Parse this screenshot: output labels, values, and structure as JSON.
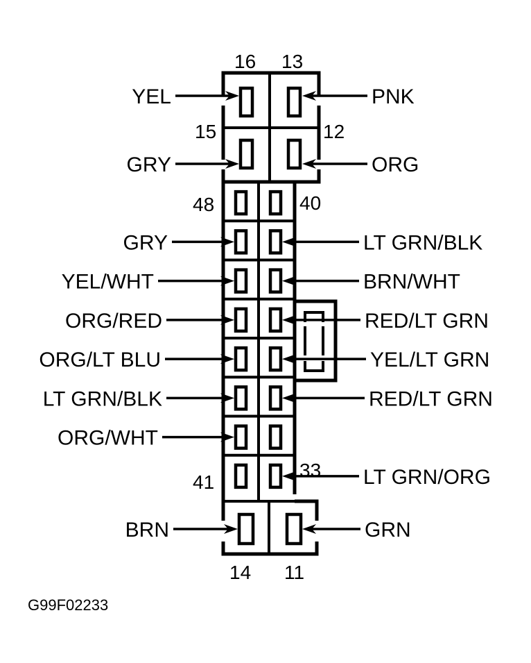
{
  "diagram": {
    "figure_code": "G99F02233",
    "type": "connector pinout"
  },
  "top_block": {
    "pin_numbers": {
      "top_left": "16",
      "top_right": "13",
      "mid_left": "15",
      "mid_right": "12"
    },
    "left_wires": [
      "YEL",
      "GRY"
    ],
    "right_wires": [
      "PNK",
      "ORG"
    ]
  },
  "middle_block": {
    "pin_numbers": {
      "top_left": "48",
      "top_right": "40",
      "bottom_left": "41",
      "bottom_right": "33"
    },
    "left_wires": [
      "",
      "GRY",
      "YEL/WHT",
      "ORG/RED",
      "ORG/LT BLU",
      "LT GRN/BLK",
      "ORG/WHT",
      ""
    ],
    "right_wires": [
      "",
      "LT GRN/BLK",
      "BRN/WHT",
      "RED/LT GRN",
      "YEL/LT GRN",
      "RED/LT GRN",
      "",
      "LT GRN/ORG"
    ]
  },
  "bottom_block": {
    "pin_numbers": {
      "bottom_left": "14",
      "bottom_right": "11"
    },
    "left_wires": [
      "BRN"
    ],
    "right_wires": [
      "GRN"
    ]
  }
}
